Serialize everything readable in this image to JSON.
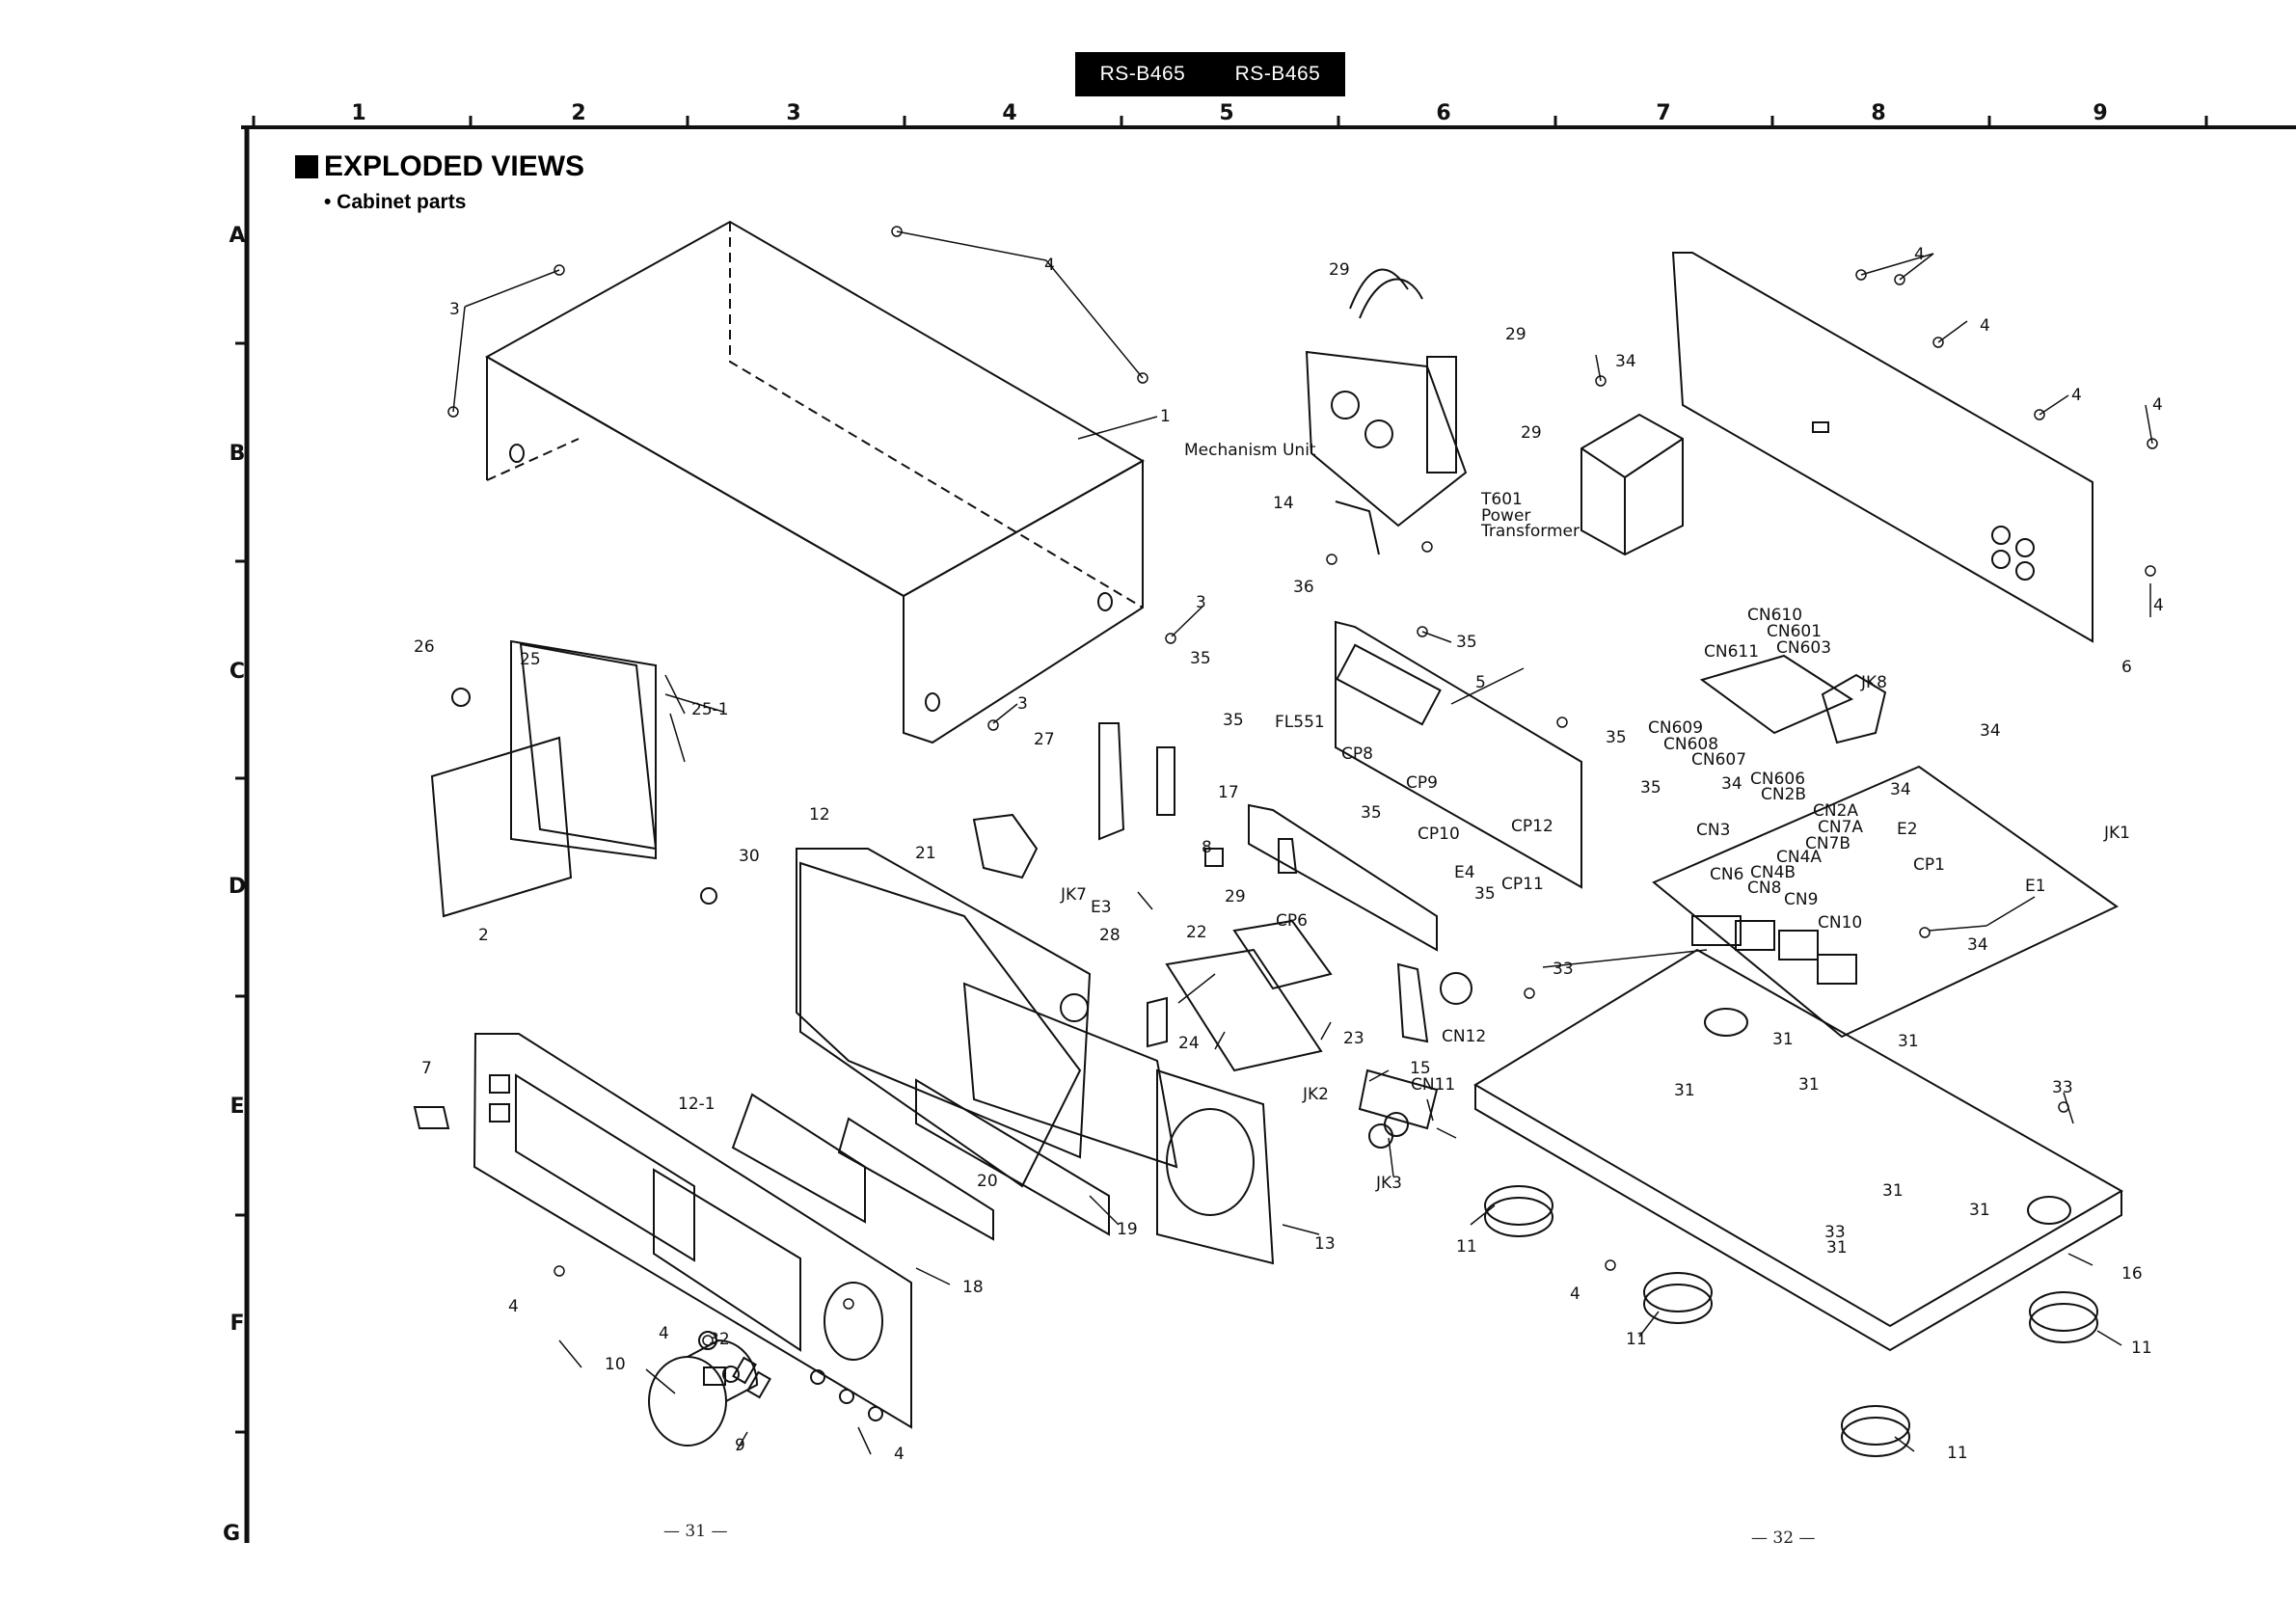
{
  "header": {
    "model_left": "RS-B465",
    "model_right": "RS-B465"
  },
  "title": "EXPLODED VIEWS",
  "subtitle": "• Cabinet parts",
  "grid": {
    "columns": [
      "1",
      "2",
      "3",
      "4",
      "5",
      "6",
      "7",
      "8",
      "9"
    ],
    "rows": [
      "A",
      "B",
      "C",
      "D",
      "E",
      "F",
      "G"
    ]
  },
  "pages": {
    "left": "— 31 —",
    "right": "— 32 —"
  },
  "labels": {
    "l1": "1",
    "l2": "2",
    "l3a": "3",
    "l3b": "3",
    "l3c": "3",
    "l4a": "4",
    "l4b": "4",
    "l4c": "4",
    "l4d": "4",
    "l4e": "4",
    "l4f": "4",
    "l4g": "4",
    "l4h": "4",
    "l4i": "4",
    "l4j": "4",
    "l5": "5",
    "l6": "6",
    "l7": "7",
    "l8": "8",
    "l9": "9",
    "l10": "10",
    "l11a": "11",
    "l11b": "11",
    "l11c": "11",
    "l11d": "11",
    "l12": "12",
    "l12_1": "12-1",
    "l13": "13",
    "l14": "14",
    "l15": "15",
    "l16": "16",
    "l17": "17",
    "l18": "18",
    "l19": "19",
    "l20": "20",
    "l21": "21",
    "l22": "22",
    "l23": "23",
    "l24": "24",
    "l25": "25",
    "l25_1": "25-1",
    "l26": "26",
    "l27": "27",
    "l28": "28",
    "l29a": "29",
    "l29b": "29",
    "l29c": "29",
    "l29d": "29",
    "l30": "30",
    "l31a": "31",
    "l31b": "31",
    "l31c": "31",
    "l31d": "31",
    "l31e": "31",
    "l31f": "31",
    "l31g": "31",
    "l32": "32",
    "l33a": "33",
    "l33b": "33",
    "l33c": "33",
    "l34a": "34",
    "l34b": "34",
    "l34c": "34",
    "l34d": "34",
    "l34e": "34",
    "l35a": "35",
    "l35b": "35",
    "l35c": "35",
    "l35d": "35",
    "l35e": "35",
    "l35f": "35",
    "l35g": "35",
    "l36": "36",
    "mech": "Mechanism Unit",
    "t601a": "T601",
    "t601b": "Power",
    "t601c": "Transformer",
    "fl551": "FL551",
    "cp8": "CP8",
    "cp9": "CP9",
    "cp10": "CP10",
    "cp11": "CP11",
    "cp12": "CP12",
    "cp6": "CP6",
    "cp1": "CP1",
    "e4": "E4",
    "e3": "E3",
    "e2": "E2",
    "e1": "E1",
    "jk7": "JK7",
    "jk2": "JK2",
    "jk3": "JK3",
    "jk8": "JK8",
    "jk1": "JK1",
    "cn11": "CN11",
    "cn12": "CN12",
    "cn610": "CN610",
    "cn601": "CN601",
    "cn603": "CN603",
    "cn611": "CN611",
    "cn609": "CN609",
    "cn608": "CN608",
    "cn607": "CN607",
    "cn606": "CN606",
    "cn2b": "CN2B",
    "cn2a": "CN2A",
    "cn7a": "CN7A",
    "cn7b": "CN7B",
    "cn4a": "CN4A",
    "cn4b": "CN4B",
    "cn3": "CN3",
    "cn6": "CN6",
    "cn8": "CN8",
    "cn9": "CN9",
    "cn10": "CN10"
  }
}
